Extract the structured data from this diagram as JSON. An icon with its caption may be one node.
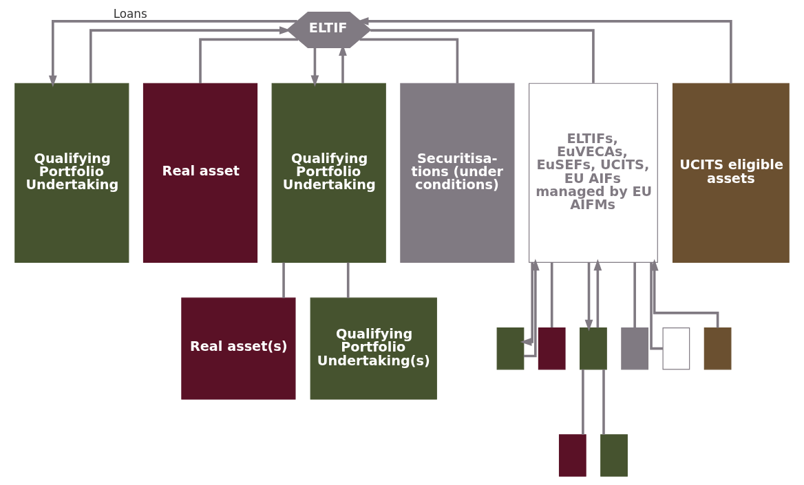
{
  "diagram": {
    "nodes": [
      {
        "text": [
          "ELTIF"
        ]
      },
      {
        "text": [
          "Qualifying Portfolio Undertaking"
        ]
      },
      {
        "text": [
          "Real asset"
        ]
      },
      {
        "text": [
          "Qualifying Portfolio Undertaking"
        ]
      },
      {
        "text": [
          "Securitisa- tions (under conditions)"
        ]
      },
      {
        "text": [
          "ELTIFs, EuVECAs, EuSEFs, UCITS, EU AIFs managed by EU AIFMs"
        ]
      },
      {
        "text": [
          "UCITS eligible assets"
        ]
      },
      {
        "text": [
          "Real asset(s)"
        ]
      },
      {
        "text": [
          "Qualifying Portfolio Undertaking(s)"
        ]
      },
      {
        "text": [],
        "shape": "box"
      },
      {
        "text": [],
        "shape": "box"
      },
      {
        "text": [],
        "shape": "box"
      },
      {
        "text": [],
        "shape": "box"
      },
      {
        "text": [],
        "shape": "box"
      },
      {
        "text": [],
        "shape": "box"
      },
      {
        "text": [],
        "shape": "box"
      },
      {
        "text": [],
        "shape": "box"
      }
    ],
    "edges": [
      {
        "from": 1,
        "to": 0,
        "arrow": "to"
      },
      {
        "from": 0,
        "to": 1,
        "arrow": "to",
        "label": "Loans"
      },
      {
        "from": 0,
        "to": 2,
        "arrow": "none"
      },
      {
        "from": 3,
        "to": 0,
        "arrow": "to"
      },
      {
        "from": 0,
        "to": 3,
        "arrow": "to"
      },
      {
        "from": 0,
        "to": 4,
        "arrow": "none"
      },
      {
        "from": 0,
        "to": 5,
        "arrow": "none"
      },
      {
        "from": 6,
        "to": 0,
        "arrow": "to"
      },
      {
        "from": 3,
        "to": 7,
        "arrow": "none"
      },
      {
        "from": 3,
        "to": 8,
        "arrow": "none"
      },
      {
        "from": 9,
        "to": 5,
        "arrow": "to"
      },
      {
        "from": 5,
        "to": 9,
        "arrow": "to"
      },
      {
        "from": 5,
        "to": 10,
        "arrow": "none"
      },
      {
        "from": 11,
        "to": 5,
        "arrow": "to"
      },
      {
        "from": 5,
        "to": 11,
        "arrow": "to"
      },
      {
        "from": 5,
        "to": 12,
        "arrow": "none"
      },
      {
        "from": 5,
        "to": 13,
        "arrow": "none"
      },
      {
        "from": 14,
        "to": 5,
        "arrow": "to"
      },
      {
        "from": 11,
        "to": 15,
        "arrow": "none"
      },
      {
        "from": 11,
        "to": 16,
        "arrow": "none"
      }
    ]
  }
}
